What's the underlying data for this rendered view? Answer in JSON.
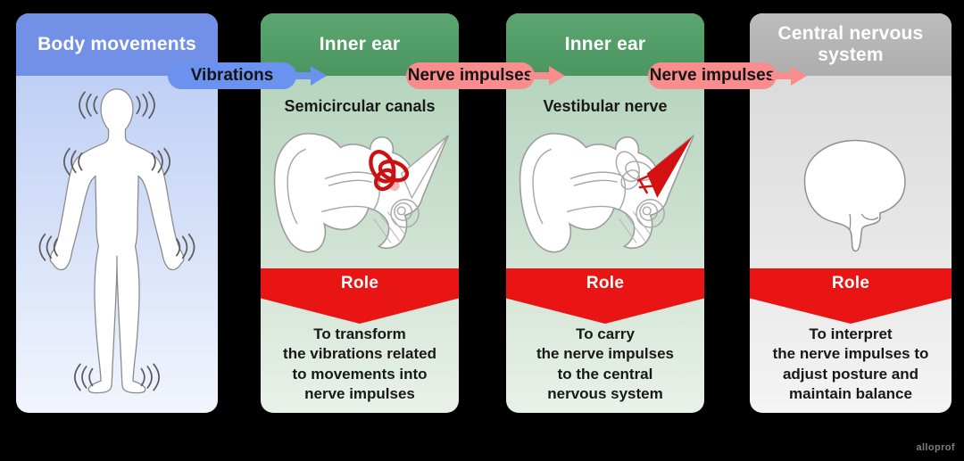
{
  "page": {
    "watermark": "alloprof"
  },
  "arrows": [
    {
      "label": "Vibrations",
      "color": "#6b92ee"
    },
    {
      "label": "Nerve impulses",
      "color": "#f98c8c"
    },
    {
      "label": "Nerve impulses",
      "color": "#f98c8c"
    }
  ],
  "panels": [
    {
      "title": "Body movements",
      "illustration": "vibrating-human-body"
    },
    {
      "title": "Inner ear",
      "subtitle": "Semicircular canals",
      "illustration": "ear-cross-section-semicircular-canals-highlighted",
      "role_label": "Role",
      "role_lines": [
        "To transform",
        "the vibrations related",
        "to movements into",
        "nerve impulses"
      ]
    },
    {
      "title": "Inner ear",
      "subtitle": "Vestibular nerve",
      "illustration": "ear-cross-section-vestibular-nerve-highlighted",
      "role_label": "Role",
      "role_lines": [
        "To carry",
        "the nerve impulses",
        "to the central",
        "nervous system"
      ]
    },
    {
      "title": "Central nervous system",
      "illustration": "brain-silhouette",
      "role_label": "Role",
      "role_lines": [
        "To interpret",
        "the nerve impulses to",
        "adjust posture and",
        "maintain balance"
      ]
    }
  ],
  "colors": {
    "background": "#000000",
    "panel1_header": "#7190e6",
    "panel23_header": "#519c66",
    "panel4_header": "#b4b4b4",
    "role_banner": "#e91414",
    "highlight_red": "#cc1111",
    "vibration_pill": "#6b92ee",
    "nerve_pill": "#f98c8c"
  }
}
